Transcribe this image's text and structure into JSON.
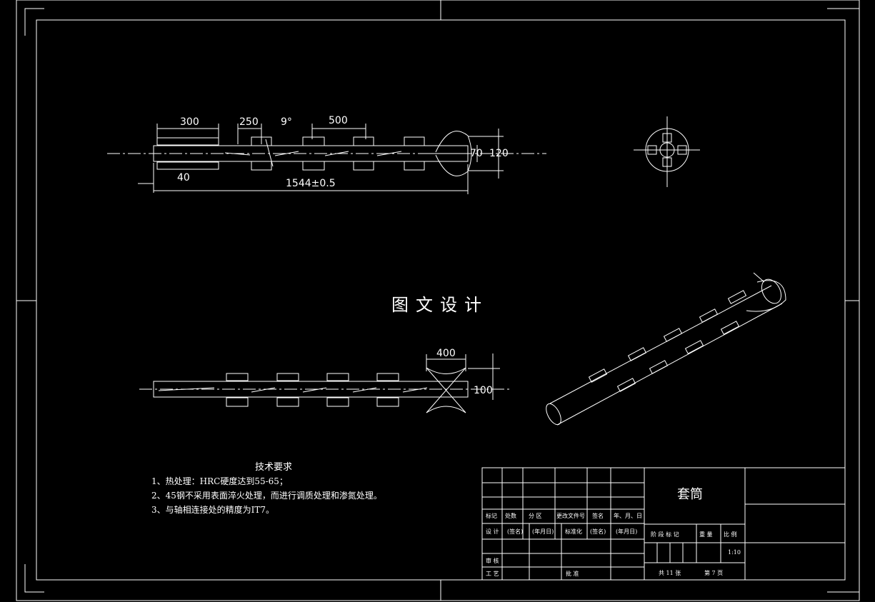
{
  "watermark": "图文设计",
  "dimensions": {
    "top_view": {
      "d300": "300",
      "d250": "250",
      "angle": "9°",
      "d500": "500",
      "d40": "40",
      "total_length": "1544±0.5",
      "dia_inner": "70",
      "dia_outer": "120"
    },
    "bottom_view": {
      "d400": "400",
      "d100": "100"
    }
  },
  "technical_requirements": {
    "title": "技术要求",
    "items": [
      "1、热处理：HRC硬度达到55-65；",
      "2、45钢不采用表面淬火处理，而进行调质处理和渗氮处理。",
      "3、与轴相连接处的精度为IT7。"
    ]
  },
  "title_block": {
    "part_name": "套筒",
    "revision_headers": [
      "标记",
      "处数",
      "分 区",
      "更改文件号",
      "签名",
      "年、月、日"
    ],
    "design_row": [
      "设 计",
      "(签名)",
      "(年月日)",
      "标准化",
      "(签名)",
      "(年月日)"
    ],
    "review": "审 核",
    "process": "工 艺",
    "approve": "批 准",
    "stage_headers": [
      "阶 段 标 记",
      "重 量",
      "比 例"
    ],
    "scale": "1:10",
    "sheets_total": "共 11 张",
    "sheet_no": "第 7 页"
  }
}
